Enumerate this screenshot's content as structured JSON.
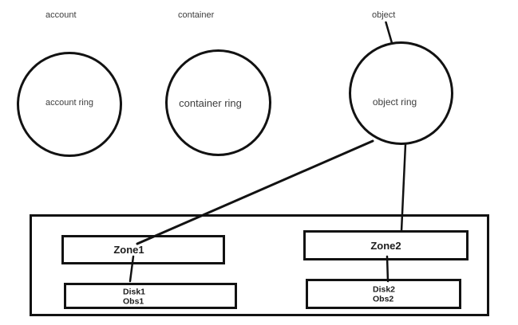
{
  "diagram": {
    "top_labels": {
      "account": "account",
      "container": "container",
      "object": "object"
    },
    "rings": [
      {
        "name": "account ring"
      },
      {
        "name": "container ring"
      },
      {
        "name": "object ring"
      }
    ],
    "node_box": {
      "zones": [
        {
          "label": "Zone1",
          "disk_lines": [
            "Disk1",
            "Obs1"
          ]
        },
        {
          "label": "Zone2",
          "disk_lines": [
            "Disk2",
            "Obs2"
          ]
        }
      ]
    },
    "colors": {
      "background": "#ffffff",
      "stroke": "#121212",
      "text": "#3d3d3d"
    }
  }
}
